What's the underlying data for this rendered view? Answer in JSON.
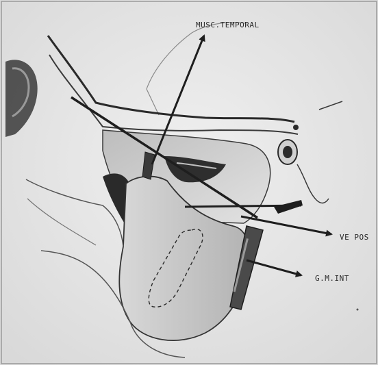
{
  "labels": {
    "top": "MUSC.TEMPORAL",
    "right_mid": "VE POS",
    "right_low": "G.M.INT"
  },
  "colors": {
    "paper": "#ebebeb",
    "ink": "#1e1e1e",
    "shade": "#7a7a7a",
    "light_shade": "#c8c8c8"
  }
}
